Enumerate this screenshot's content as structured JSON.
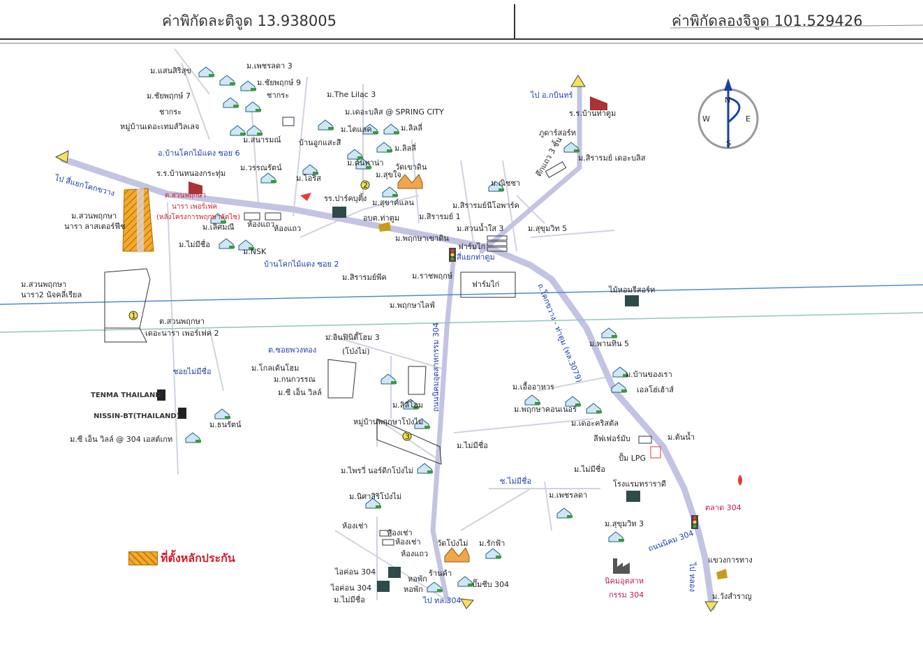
{
  "header": {
    "latitude": "ค่าพิกัดละติจูด 13.938005",
    "longitude": "ค่าพิกัดลองจิจูด 101.529426"
  },
  "compass": {
    "n": "N",
    "s": "S",
    "e": "E",
    "w": "W"
  },
  "legend": {
    "label": "ที่ตั้งหลักประกัน",
    "color": "#f3a92b"
  },
  "markers": {
    "m1": "1",
    "m2": "2",
    "m3": "3"
  },
  "labels": {
    "saensirisuk": "ม.แสนสิริสุข",
    "phetsada3": "ม.เพชรลดา 3",
    "chaiyaphruk9": "ม.ชัยพฤกษ์ 9",
    "chaiyaphruk7": "ม.ชัยพฤกษ์ 7",
    "chakrasa1": "ชากระ",
    "chakrasa2": "ชากระ",
    "theholmes": "หมู่บ้านเดอะเทมส์วิลเลจ",
    "sanaram": "ม.สนารมณ์",
    "banukkae": "บ้านอูกแสะสี",
    "thelilac": "ม.The Lilac 3",
    "thebliss": "ม.เดอะบลิส @ SPRING CITY",
    "tailak": "ม.ไตแลค",
    "lily1": "ม.ลิลลี่",
    "lily2": "ม.ลิลลี่",
    "tonhana": "ม.ต้นทาน่า",
    "suchai": "ม.สุขใจ",
    "watkhaodin": "วัดเขาดิน",
    "kingamphoe": "ไป อ.กบินทร์",
    "banthatum": "ร.ร.บ้านท่าตูม",
    "phutharistore": "ภูดาร์สอร์ท",
    "tuekthaew": "ตึกแถว 3 ชั้น",
    "siramthebliss": "ม.สิรารมย์ เดอะบลิส",
    "soiNo6": "อ.บ้านโคกไม้แดง ซอย 6",
    "warnrat": "ม.วรรณรัตน์",
    "rrbannongkrasum": "ร.ร.บ้านหนองกระทุ่ม",
    "oris": "ม.โอริส",
    "parkbuting": "รร.ปาร์คบุติ้ง",
    "sukhaw": "ม.สุขาค์แลน",
    "aobotathum": "อบต.ท่าตูม",
    "nacha": "ม.ณิชชา",
    "siramnokpark": "ม.สิรารมย์นีโอพาร์ค",
    "siram1": "ม.สิรารมย์ 1",
    "suannamsai": "ม.สวนน้ำใส 3",
    "sukhumvit5": "ม.สุขุมวิท 5",
    "tosiyaek": "ไป สี่แยกโคกขวาง",
    "suannaduek": "ต.สวนพฤกษา",
    "naracore": "นารา เพอร์เฟค",
    "project": "(หลังโครงการพฤกษาลัดไซ)",
    "suanphruksa1": "ม.สวนพฤกษา",
    "suanphruksa1b": "นารา ลาสเตอร์ฟีช",
    "lertmani": "ม.เลิศมณี",
    "hongtaew1": "ห้องแถว",
    "hongtaew2": "ห้องแถว",
    "maimeechue1": "ม.ไม่มีชื่อ",
    "nsk": "ม.NSK",
    "soi2": "บ้านโคกไม้แดง ซอย 2",
    "phruksaseadin": "ม.พฤกษาเขาดิน",
    "farmkai1": "ฟาร์มไก่",
    "siyaekthathum": "สี่แยกท่าตูม",
    "siramphik": "ม.สิรารมย์พีค",
    "rachaphruk": "ม.ราชพฤกษ์",
    "farmkai2": "ฟาร์มไก่",
    "phruksalife": "ม.พฤกษาไลฟ์",
    "maihomstore": "ไม้หอมรีสอร์ท",
    "kokkwang": "ถ.โคกขวาง - ท่าตูม (ทล.3079)",
    "suanphruksa2": "ม.สวนพฤกษา",
    "suanphruksa2b": "นารา2 นัจคลี่เรียล",
    "suanphruksa3": "ต.สวนพฤกษา",
    "suanphruksa3b": "เดอะนารา เพอร์เฟค 2",
    "nikhom304": "ถนนนิคมอุตสาหกรรม 304",
    "infinity": "ม.อินฟินิตี้โฮม 3",
    "infinityb": "(โป่งไม่)",
    "phanthin": "ม.พานทิน 5",
    "soiphuangthong": "ต.ซอยพวงทอง",
    "goldenhome": "ม.โกลเด้นโฮม",
    "kanokwan": "ม.กนกวรรณ",
    "ciegnville": "ม.ซี เอ็น วิลล์",
    "soimaimeechue": "ซอยไม่มีชื่อ",
    "bankhongrao": "ม.บ้านของเรา",
    "elhouse": "เอลโฮ่เฮ้าส์",
    "ueaahan": "ม.เอื้ออาหาร",
    "phruksacorner": "ม.พฤกษาคอนเนอร์",
    "thecrystal": "ม.เดอะคริสตัล",
    "tenma": "TENMA THAILAND",
    "nissin": "NISSIN-BT(THAILAND)",
    "thonrat": "ม.ธนรัตน์",
    "lilyhome": "ม.ลิลี่โฮม",
    "phruksavillage": "หมู่บ้านพฤกษาโป่งไม่",
    "maimeechue2": "ม.ไม่มีชื่อ",
    "ciegn304": "ม.ซี เอ็น วิลล์ @ 304 เอสต์เกท",
    "lifestyle": "ลีฟเฟอร์มับ",
    "pumplpg": "ปั้ม LPG",
    "tonnam": "ม.ต้นน้ำ",
    "maimeechue3": "ม.ไม่มีชื่อ",
    "phrai": "ม.ไพรวี่ นอร์ดิกโป่งไม่",
    "soimaimeechue2": "ซ.ไม่มีชื่อ",
    "hotel": "โรงแรมทราราดี",
    "phetsada": "ม.เพชรลดา",
    "nisasiri": "ม.นิศาสิริโป่งไม่",
    "talat304": "ตลาด 304",
    "sukhumvit3": "ม.สุขุมวิท 3",
    "nikhom304road": "ถนนนิคม 304",
    "hongchao1": "ห้องเช่า",
    "hongchao2": "ห้องเช่า",
    "hongchao3": "ห้องเช่า",
    "hongtaew3": "ห้องแถว",
    "watpongmai": "วัดโป่งไม่",
    "rakfa": "ม.รักฟ้า",
    "kabinburi": "ไป หลอง",
    "khwaengkarnthang": "แขวงการทาง",
    "icon304a": "ไอค่อน 304",
    "icon304b": "ไอค่อน 304",
    "hophak1": "หอพัก",
    "hophak2": "หอพัก",
    "rankha": "ร้านค้า",
    "pumpthai304": "ปั๊มชีบ 304",
    "maimeechue4": "ม.ไม่มีชื่อ",
    "to304": "ไป ทล.304",
    "nikhomindustry": "นิคมอุตสาห",
    "nikhomindustryb": "กรรม 304",
    "wangsaran": "ม.วังสำราญ"
  },
  "colors": {
    "main_road": "#c3c3e3",
    "blue_line": "#4a8ec9",
    "teal_line": "#8fc5c0",
    "road": "#cfd3e0"
  }
}
